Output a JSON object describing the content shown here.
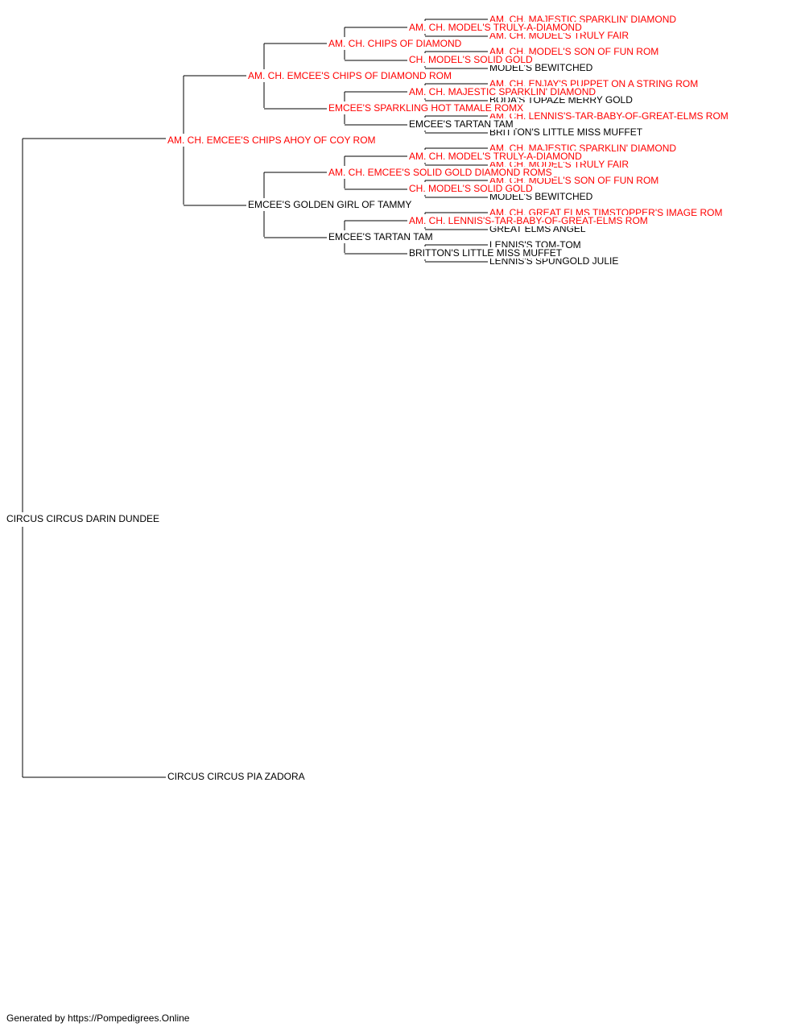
{
  "colors": {
    "champion": "#ff0000",
    "normal": "#000000",
    "line": "#000000"
  },
  "footer": "Generated by https://Pompedigrees.Online",
  "root": {
    "name": "CIRCUS CIRCUS DARIN DUNDEE",
    "champion": false,
    "sire": {
      "name": "AM. CH. EMCEE'S CHIPS AHOY OF COY ROM",
      "champion": true,
      "sire": {
        "name": "AM. CH. EMCEE'S CHIPS OF DIAMOND ROM",
        "champion": true,
        "sire": {
          "name": "AM. CH. CHIPS OF DIAMOND",
          "champion": true,
          "sire": {
            "name": "AM. CH. MODEL'S TRULY-A-DIAMOND",
            "champion": true,
            "sire": {
              "name": "AM. CH. MAJESTIC SPARKLIN' DIAMOND",
              "champion": true
            },
            "dam": {
              "name": "AM. CH. MODEL'S TRULY FAIR",
              "champion": true
            }
          },
          "dam": {
            "name": "CH. MODEL'S SOLID GOLD",
            "champion": true,
            "sire": {
              "name": "AM. CH. MODEL'S SON OF FUN ROM",
              "champion": true
            },
            "dam": {
              "name": "MODEL'S BEWITCHED",
              "champion": false
            }
          }
        },
        "dam": {
          "name": "EMCEE'S SPARKLING HOT TAMALE ROMX",
          "champion": true,
          "sire": {
            "name": "AM. CH. MAJESTIC SPARKLIN' DIAMOND",
            "champion": true,
            "sire": {
              "name": "AM. CH. ENJAY'S PUPPET ON A STRING ROM",
              "champion": true
            },
            "dam": {
              "name": "BODA'S TOPAZE MERRY GOLD",
              "champion": false
            }
          },
          "dam": {
            "name": "EMCEE'S TARTAN TAM",
            "champion": false,
            "sire": {
              "name": "AM. CH. LENNIS'S-TAR-BABY-OF-GREAT-ELMS ROM",
              "champion": true
            },
            "dam": {
              "name": "BRITTON'S LITTLE MISS MUFFET",
              "champion": false
            }
          }
        }
      },
      "dam": {
        "name": "EMCEE'S GOLDEN GIRL OF TAMMY",
        "champion": false,
        "sire": {
          "name": "AM. CH. EMCEE'S SOLID GOLD DIAMOND ROMS",
          "champion": true,
          "sire": {
            "name": "AM. CH. MODEL'S TRULY-A-DIAMOND",
            "champion": true,
            "sire": {
              "name": "AM. CH. MAJESTIC SPARKLIN' DIAMOND",
              "champion": true
            },
            "dam": {
              "name": "AM. CH. MODEL'S TRULY FAIR",
              "champion": true
            }
          },
          "dam": {
            "name": "CH. MODEL'S SOLID GOLD",
            "champion": true,
            "sire": {
              "name": "AM. CH. MODEL'S SON OF FUN ROM",
              "champion": true
            },
            "dam": {
              "name": "MODEL'S BEWITCHED",
              "champion": false
            }
          }
        },
        "dam": {
          "name": "EMCEE'S TARTAN TAM",
          "champion": false,
          "sire": {
            "name": "AM. CH. LENNIS'S-TAR-BABY-OF-GREAT-ELMS ROM",
            "champion": true,
            "sire": {
              "name": "AM. CH. GREAT ELMS TIMSTOPPER'S IMAGE ROM",
              "champion": true
            },
            "dam": {
              "name": "GREAT ELMS ANGEL",
              "champion": false
            }
          },
          "dam": {
            "name": "BRITTON'S LITTLE MISS MUFFET",
            "champion": false,
            "sire": {
              "name": "LENNIS'S TOM-TOM",
              "champion": false
            },
            "dam": {
              "name": "LENNIS'S SPUNGOLD JULIE",
              "champion": false
            }
          }
        }
      }
    },
    "dam": {
      "name": "CIRCUS CIRCUS PIA ZADORA",
      "champion": false
    }
  }
}
